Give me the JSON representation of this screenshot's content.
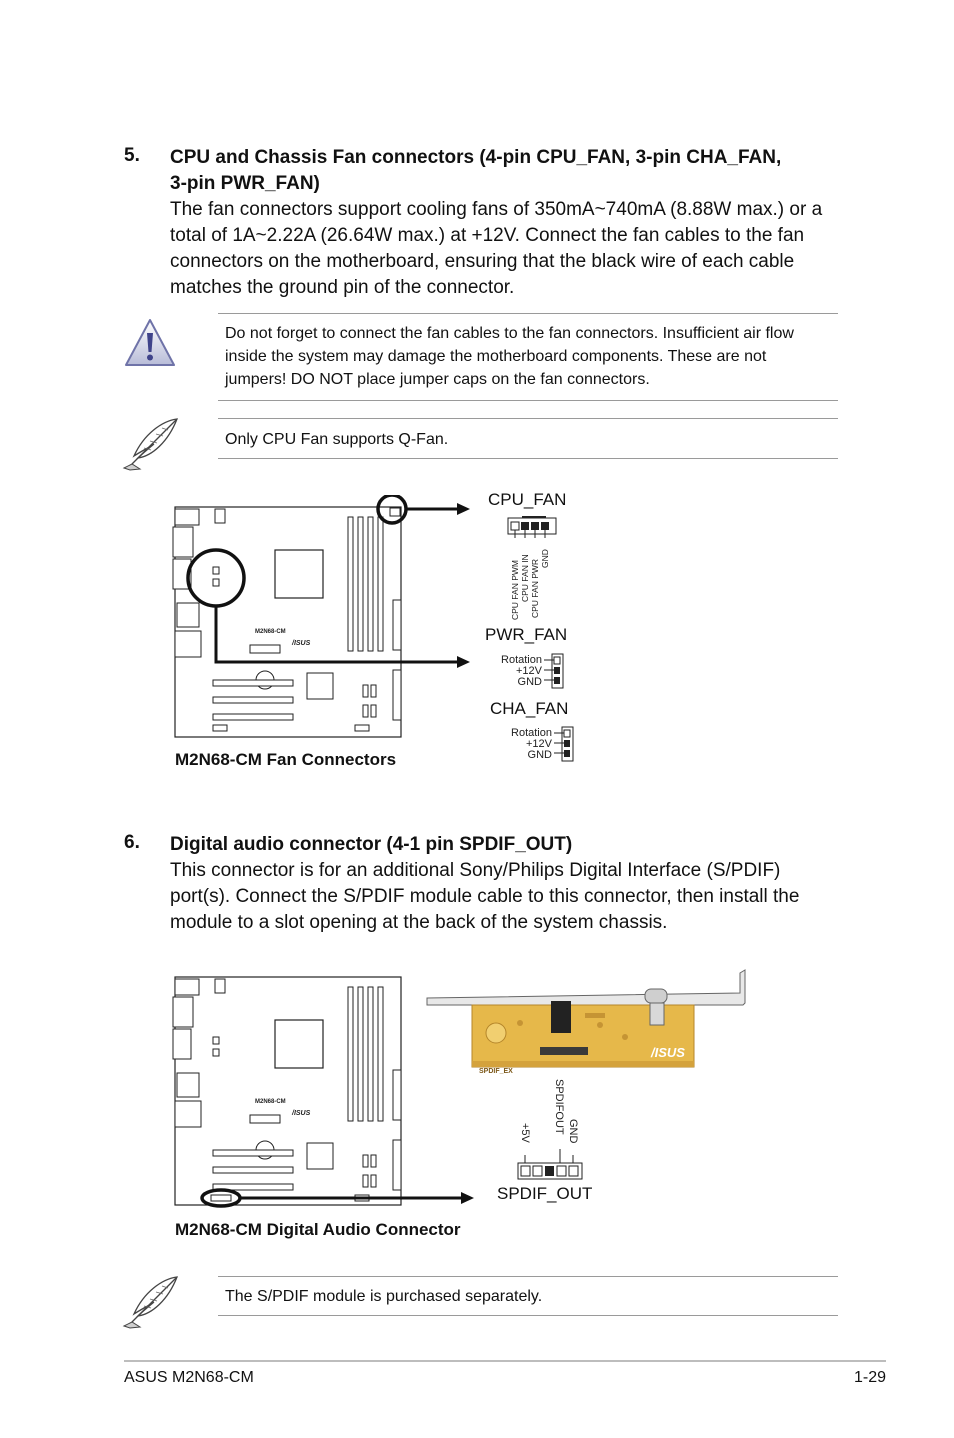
{
  "section5": {
    "number": "5.",
    "title_line1": "CPU and Chassis Fan connectors (4-pin CPU_FAN, 3-pin CHA_FAN,",
    "title_line2": "3-pin PWR_FAN)",
    "body": "The fan connectors support cooling fans of 350mA~740mA (8.88W max.) or a total of 1A~2.22A (26.64W max.) at +12V. Connect the fan cables to the fan connectors on the motherboard, ensuring that the black wire of each cable matches the ground pin of the connector."
  },
  "caution_note": {
    "icon": "warning-triangle-icon",
    "text": "Do not forget to connect the fan cables to the fan connectors. Insufficient air flow inside the system may damage the motherboard components. These are not jumpers! DO NOT place jumper caps on the fan connectors."
  },
  "qfan_note": {
    "icon": "feather-pen-icon",
    "text": "Only CPU Fan supports Q-Fan."
  },
  "fan_diagram": {
    "caption": "M2N68-CM Fan Connectors",
    "board_model": "M2N68-CM",
    "brand": "/ISUS",
    "cpu_fan": {
      "label": "CPU_FAN",
      "pins": [
        "CPU FAN PWM",
        "CPU FAN IN",
        "CPU FAN PWR",
        "GND"
      ]
    },
    "pwr_fan": {
      "label": "PWR_FAN",
      "pins": [
        "Rotation",
        "+12V",
        "GND"
      ]
    },
    "cha_fan": {
      "label": "CHA_FAN",
      "pins": [
        "Rotation",
        "+12V",
        "GND"
      ]
    }
  },
  "section6": {
    "number": "6.",
    "title": "Digital audio connector (4-1 pin SPDIF_OUT)",
    "body": "This connector is for an additional Sony/Philips Digital Interface (S/PDIF) port(s). Connect the S/PDIF module cable to this connector, then install the module to a slot opening at the back of the system chassis."
  },
  "spdif_diagram": {
    "caption": "M2N68-CM Digital Audio Connector",
    "board_model": "M2N68-CM",
    "brand": "/ISUS",
    "module_label": "SPDIF_EX",
    "module_brand": "/ISUS",
    "connector_label": "SPDIF_OUT",
    "pins": [
      "+5V",
      "SPDIFOUT",
      "GND"
    ]
  },
  "spdif_note": {
    "icon": "feather-pen-icon",
    "text": "The S/PDIF module is purchased separately."
  },
  "footer": {
    "left": "ASUS M2N68-CM",
    "right": "1-29"
  }
}
